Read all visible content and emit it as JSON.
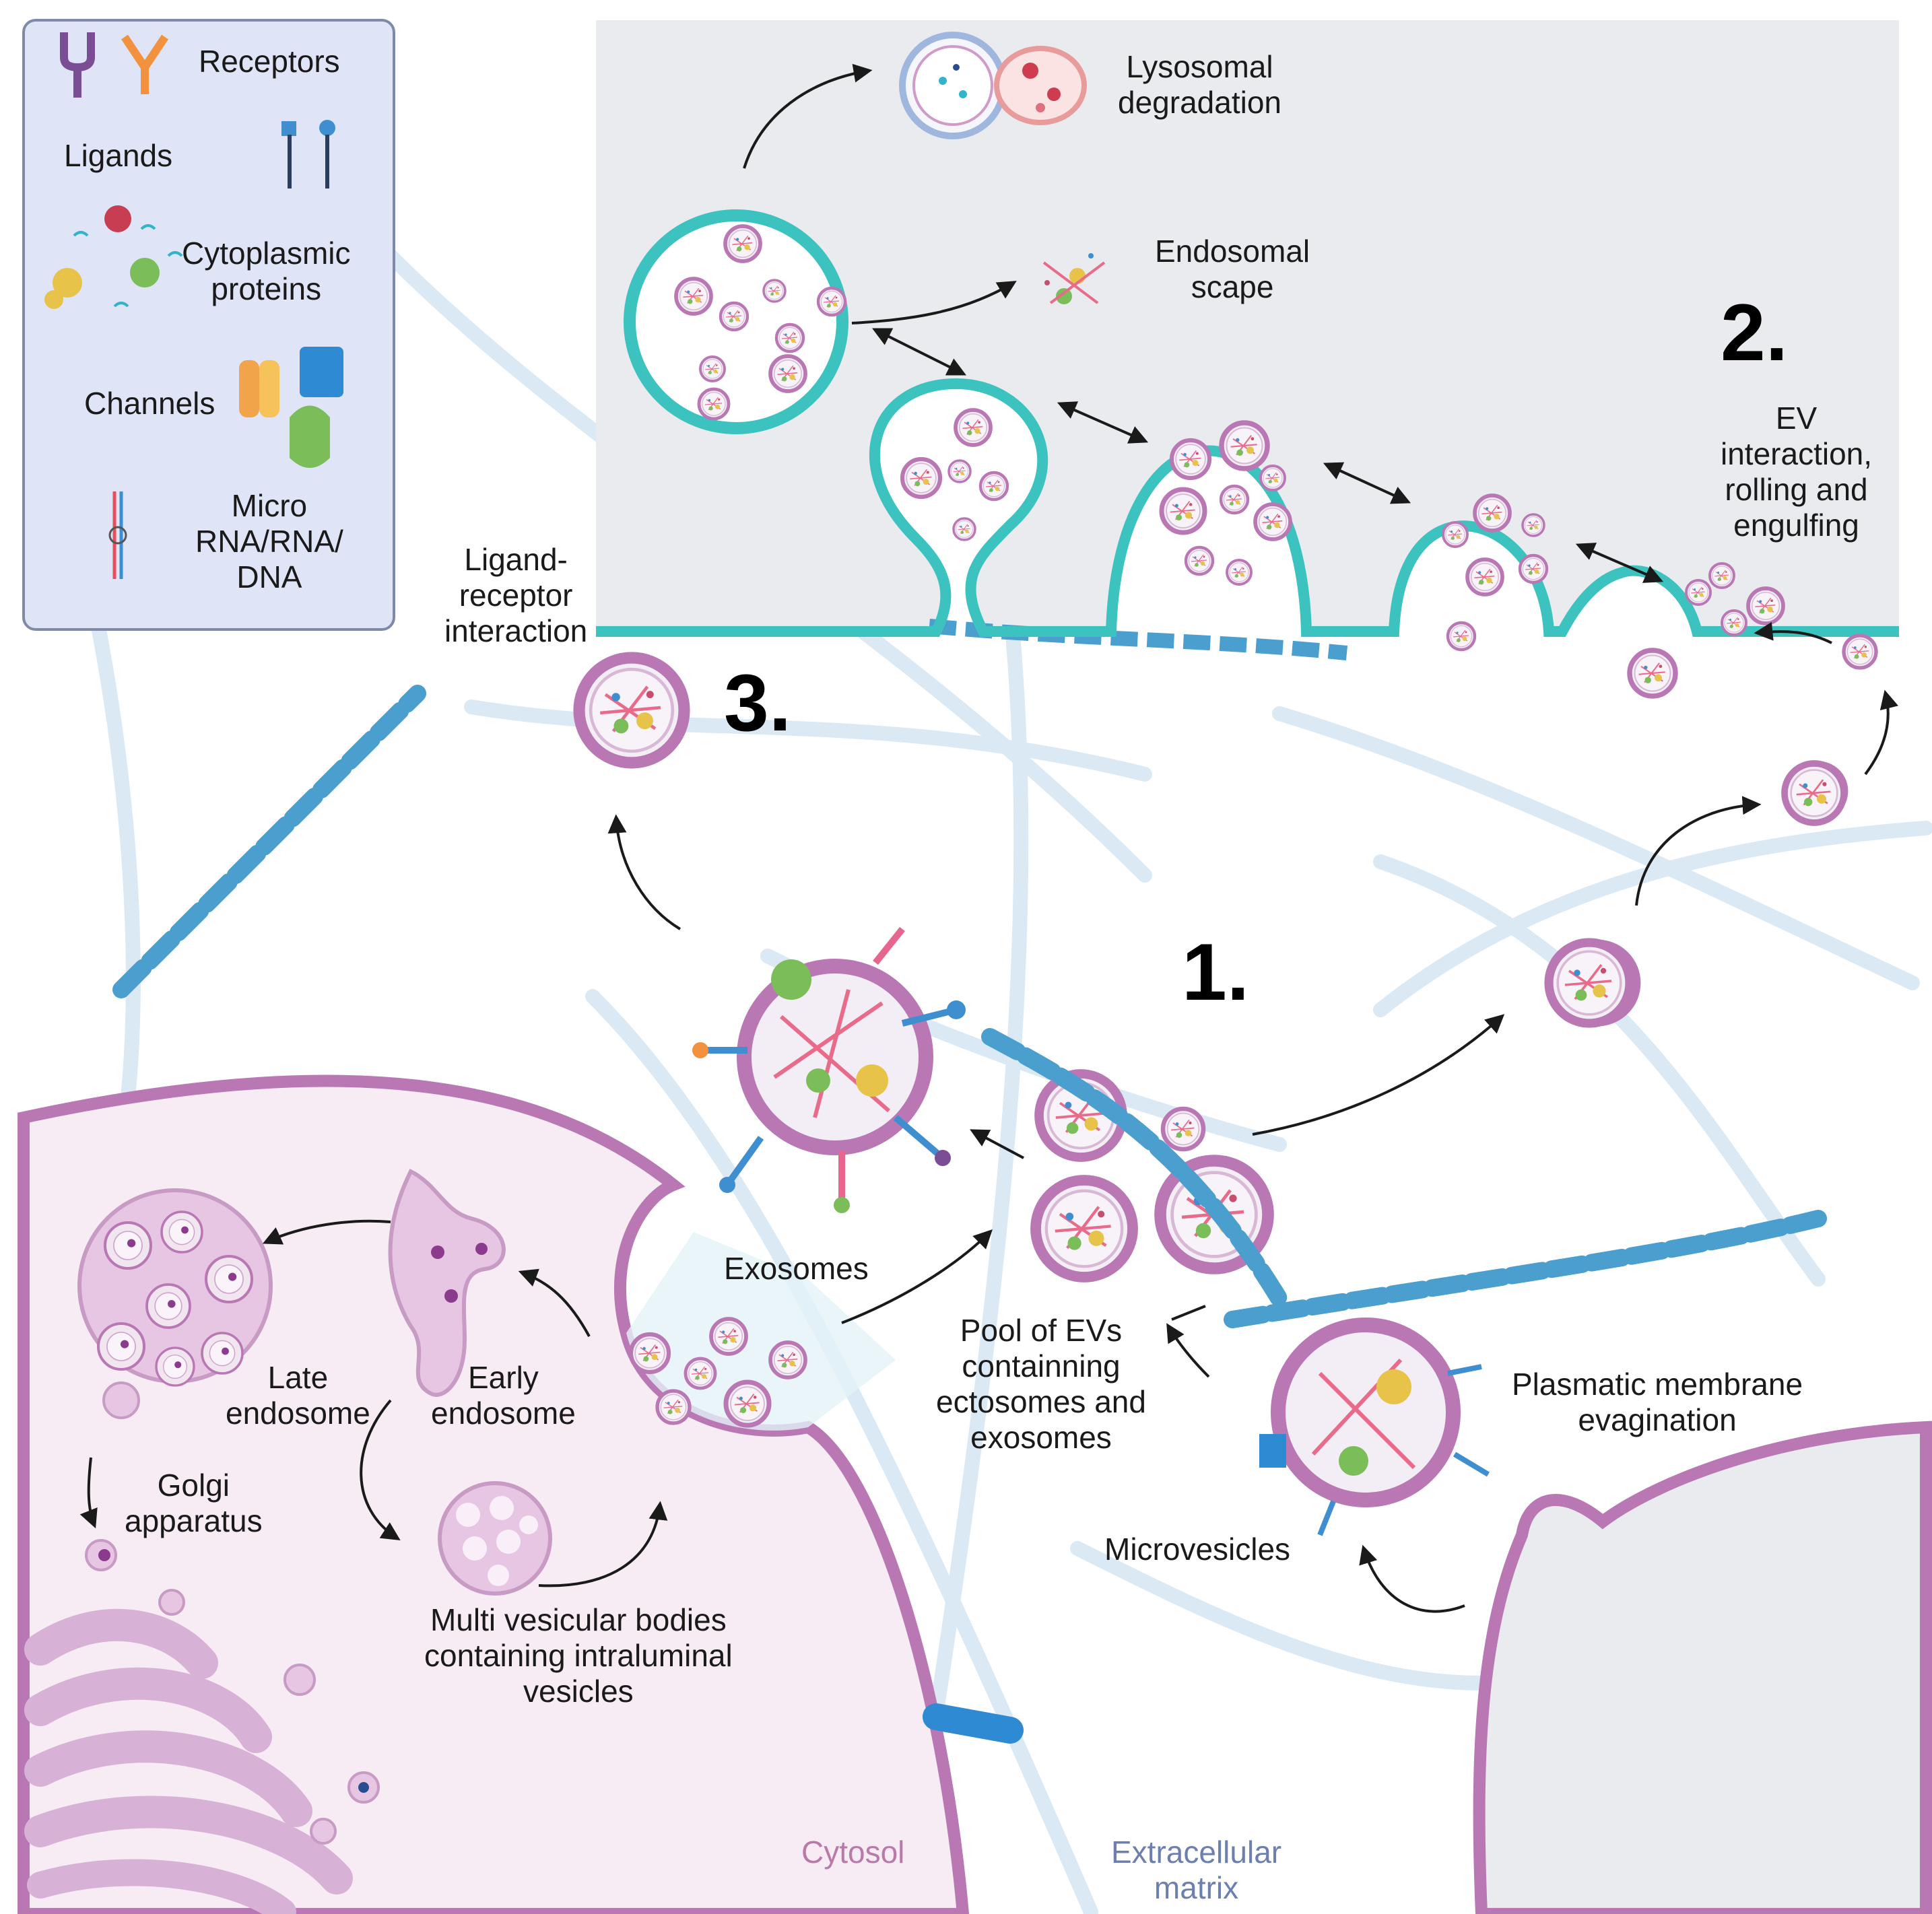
{
  "legend": {
    "receptors": "Receptors",
    "ligands": "Ligands",
    "cytoplasmic_proteins": "Cytoplasmic\nproteins",
    "channels": "Channels",
    "nucleic_acids": "Micro\nRNA/RNA/\nDNA"
  },
  "steps": {
    "one": "1.",
    "two": "2.",
    "three": "3."
  },
  "labels": {
    "lysosomal": "Lysosomal\ndegradation",
    "endosomal_scape": "Endosomal\nscape",
    "ev_interaction": "EV\ninteraction,\nrolling and\nengulfing",
    "ligand_receptor": "Ligand-\nreceptor\ninteraction",
    "exosomes": "Exosomes",
    "pool": "Pool of EVs\ncontainning\nectosomes and\nexosomes",
    "plasmatic": "Plasmatic membrane\nevagination",
    "microvesicles": "Microvesicles",
    "late_endosome": "Late\nendosome",
    "early_endosome": "Early\nendosome",
    "golgi": "Golgi\napparatus",
    "mvb": "Multi vesicular bodies\ncontaining intraluminal\nvesicles",
    "cytosol": "Cytosol",
    "ecm": "Extracellular\nmatrix"
  },
  "colors": {
    "membrane_teal": "#3cc3c0",
    "cell_membrane": "#b978b4",
    "recipient_cell_bg": "#e8eaee",
    "cytosol": "#f6e9f2",
    "legend_bg": "#dfe5f6",
    "fiber": "#c8dff0",
    "twisted_fiber": "#4a9fcf"
  }
}
